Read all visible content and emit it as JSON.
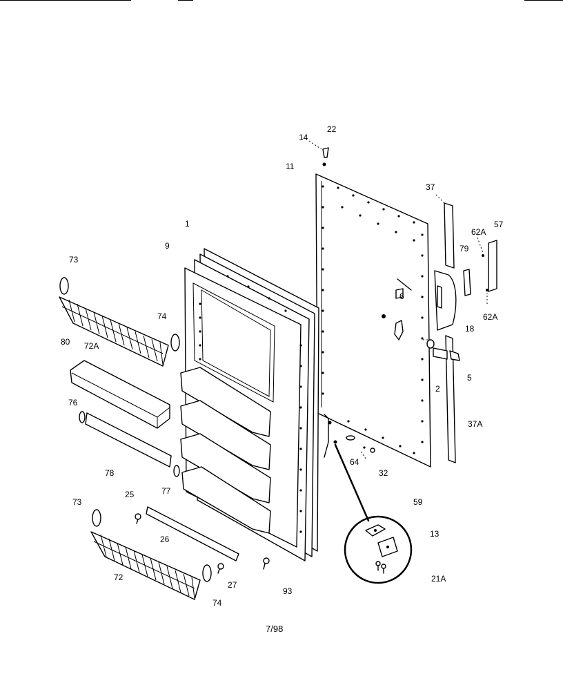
{
  "diagram": {
    "date_code": "7/98",
    "part_labels": [
      "22",
      "14",
      "11",
      "1",
      "9",
      "73",
      "37",
      "62A",
      "57",
      "79",
      "6",
      "18",
      "62A",
      "74",
      "80",
      "72A",
      "5",
      "2",
      "37A",
      "76",
      "64",
      "32",
      "78",
      "25",
      "77",
      "59",
      "73",
      "13",
      "26",
      "21A",
      "72",
      "27",
      "93",
      "74"
    ]
  }
}
